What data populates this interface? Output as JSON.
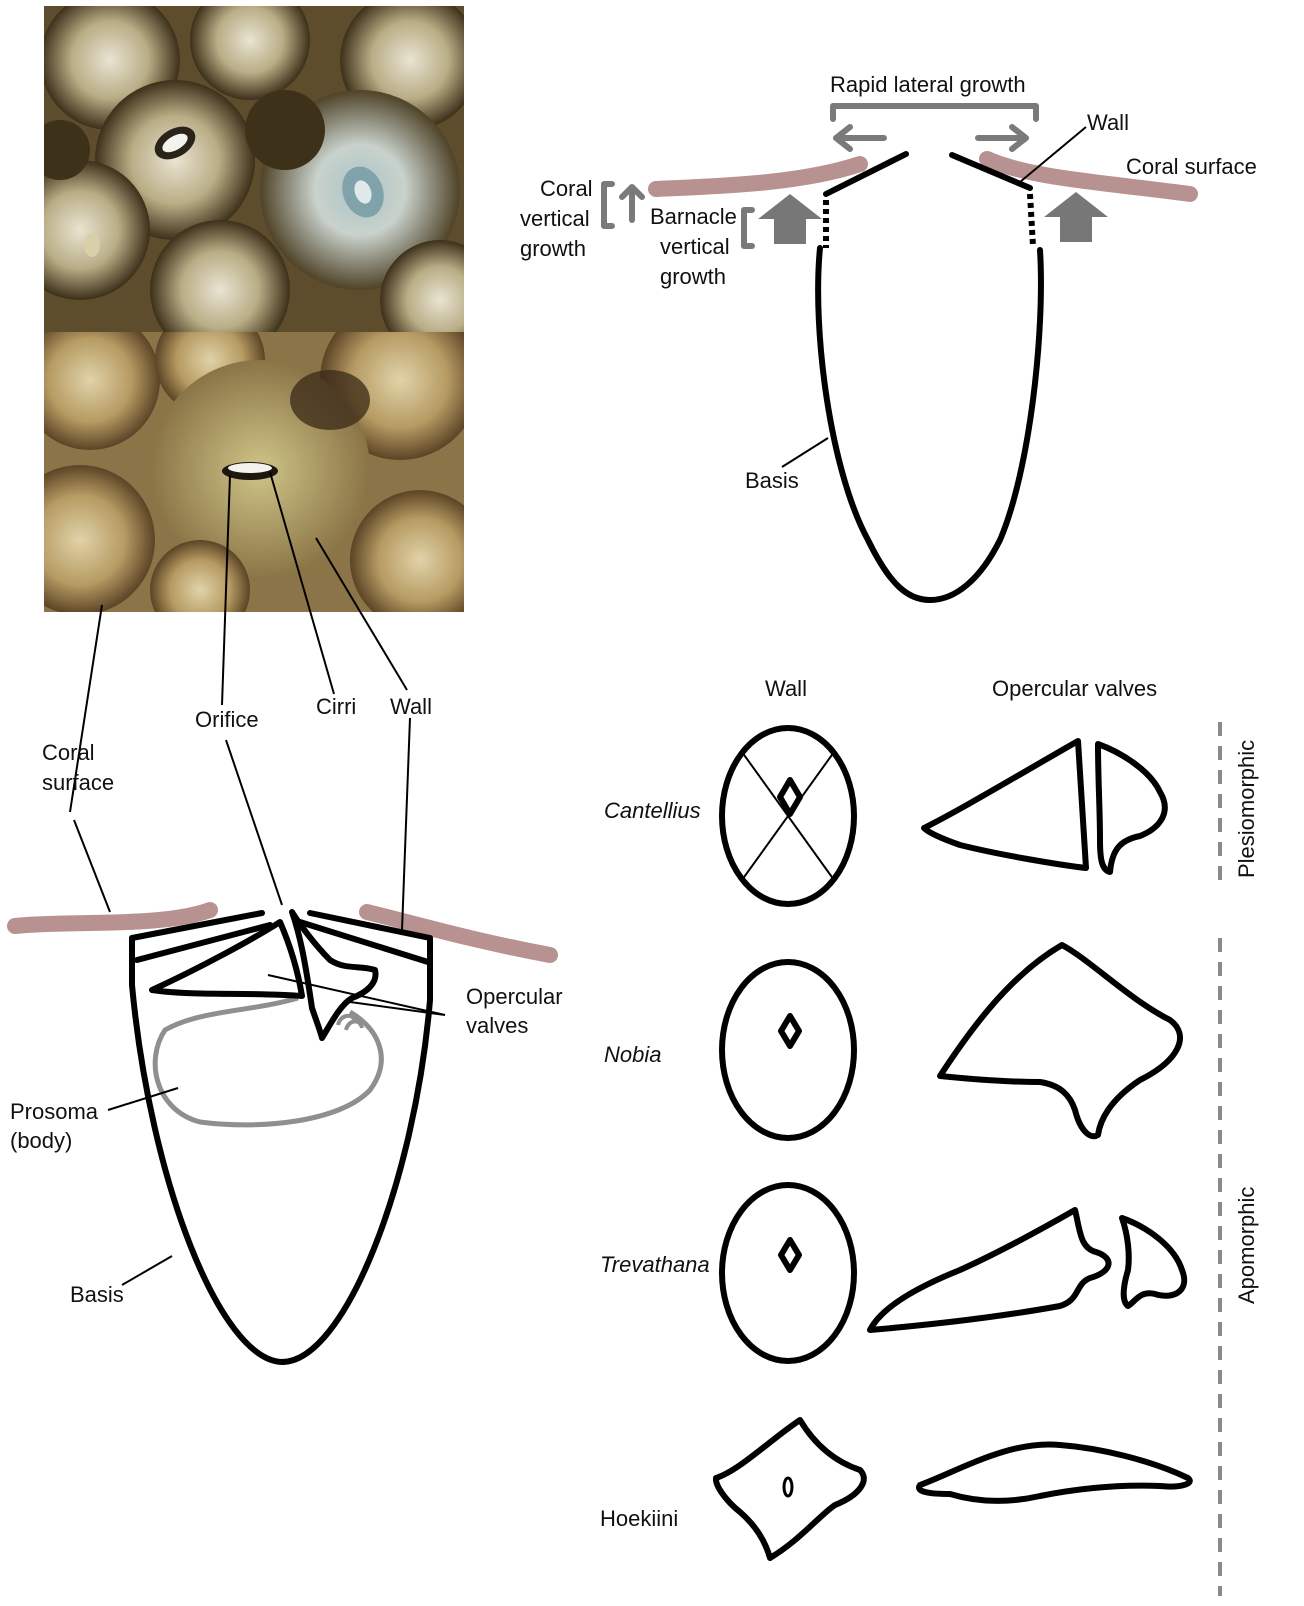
{
  "photo_panels": [
    {
      "name": "top-photo",
      "colors": {
        "base": "#6b5a37",
        "polyp_light": "#d8d2bb",
        "polyp_dark": "#3b2f1a"
      }
    },
    {
      "name": "bottom-photo",
      "colors": {
        "base": "#a88a58",
        "polyp_light": "#d9c9a2",
        "polyp_dark": "#4a3a22"
      }
    }
  ],
  "barnacle_section": {
    "labels": {
      "coral_surface": [
        "Coral",
        "surface"
      ],
      "orifice": "Orifice",
      "cirri": "Cirri",
      "wall": "Wall",
      "opercular_valves": [
        "Opercular",
        "valves"
      ],
      "prosoma": [
        "Prosoma",
        "(body)"
      ],
      "basis": "Basis"
    }
  },
  "growth_diagram": {
    "labels": {
      "rapid_lateral_growth": "Rapid lateral growth",
      "wall": "Wall",
      "coral_surface": "Coral surface",
      "coral_vertical_growth": [
        "Coral",
        "vertical",
        "growth"
      ],
      "barnacle_vertical_growth": [
        "Barnacle",
        "vertical",
        "growth"
      ],
      "basis": "Basis"
    }
  },
  "comparison": {
    "column_headers": {
      "wall": "Wall",
      "opercular_valves": "Opercular valves"
    },
    "taxa": [
      {
        "name": "Cantellius",
        "italic": true
      },
      {
        "name": "Nobia",
        "italic": true
      },
      {
        "name": "Trevathana",
        "italic": true
      },
      {
        "name": "Hoekiini",
        "italic": false
      }
    ],
    "groups": [
      {
        "label": "Plesiomorphic"
      },
      {
        "label": "Apomorphic"
      }
    ]
  },
  "colors": {
    "coral_surface": "#b89291",
    "arrow_gray": "#7a7a7a",
    "body_gray": "#8f8f8f"
  }
}
